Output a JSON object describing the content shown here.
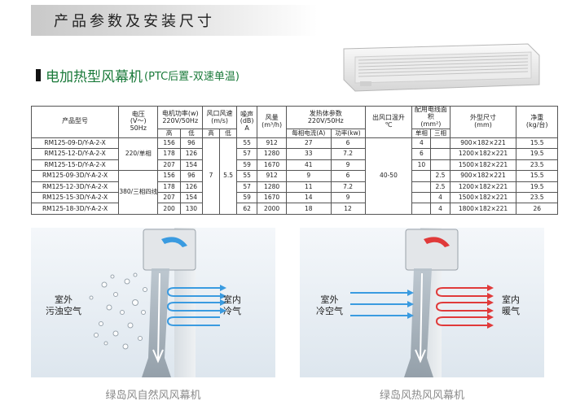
{
  "header": {
    "title": "产品参数及安装尺寸"
  },
  "subtitle": {
    "main": "电加热型风幕机",
    "extra": "(PTC后置-双速单温)"
  },
  "table": {
    "h": {
      "model": "产品型号",
      "voltage": "电压\n(V～)\n50Hz",
      "motor_power": "电机功率(w)\n220V/50Hz",
      "motor_hi": "高",
      "motor_lo": "低",
      "speed": "风口风速\n(m/s)",
      "speed_hi": "高",
      "speed_lo": "低",
      "noise": "噪声\n(dB)\nA",
      "airflow": "风量\n(m³/h)",
      "heating": "发热体参数\n220V/50Hz",
      "phase_current": "每相电流(A)",
      "power_kw": "功率(kw)",
      "outlet_temp": "出风口温升\n℃",
      "wire": "配用电线面积\n(mm²)",
      "single_phase": "单相",
      "three_phase": "三相",
      "dimensions": "外型尺寸\n(mm)",
      "weight": "净重\n(kg/台)"
    },
    "rows": [
      {
        "model": "RM125-09-D/Y-A-2-X",
        "motor_hi": "156",
        "motor_lo": "96",
        "noise": "55",
        "airflow": "912",
        "current": "27",
        "power": "6",
        "single": "4",
        "three": "",
        "dims": "900×182×221",
        "weight": "15.5"
      },
      {
        "model": "RM125-12-D/Y-A-2-X",
        "motor_hi": "178",
        "motor_lo": "126",
        "noise": "57",
        "airflow": "1280",
        "current": "33",
        "power": "7.2",
        "single": "6",
        "three": "",
        "dims": "1200×182×221",
        "weight": "19.5"
      },
      {
        "model": "RM125-15-D/Y-A-2-X",
        "motor_hi": "207",
        "motor_lo": "154",
        "noise": "59",
        "airflow": "1670",
        "current": "41",
        "power": "9",
        "single": "10",
        "three": "",
        "dims": "1500×182×221",
        "weight": "23.5"
      },
      {
        "model": "RM125-09-3D/Y-A-2-X",
        "motor_hi": "156",
        "motor_lo": "96",
        "noise": "55",
        "airflow": "912",
        "current": "9",
        "power": "6",
        "single": "",
        "three": "2.5",
        "dims": "900×182×221",
        "weight": "15.5"
      },
      {
        "model": "RM125-12-3D/Y-A-2-X",
        "motor_hi": "178",
        "motor_lo": "126",
        "noise": "57",
        "airflow": "1280",
        "current": "11",
        "power": "7.2",
        "single": "",
        "three": "2.5",
        "dims": "1200×182×221",
        "weight": "19.5"
      },
      {
        "model": "RM125-15-3D/Y-A-2-X",
        "motor_hi": "207",
        "motor_lo": "154",
        "noise": "59",
        "airflow": "1670",
        "current": "14",
        "power": "9",
        "single": "",
        "three": "4",
        "dims": "1500×182×221",
        "weight": "23.5"
      },
      {
        "model": "RM125-18-3D/Y-A-2-X",
        "motor_hi": "200",
        "motor_lo": "130",
        "noise": "62",
        "airflow": "2000",
        "current": "18",
        "power": "12",
        "single": "",
        "three": "4",
        "dims": "1800×182×221",
        "weight": "26"
      }
    ],
    "voltage_single": "220/单相",
    "voltage_three": "380/三相四线",
    "speed_hi_val": "7",
    "speed_lo_val": "5.5",
    "outlet_temp_val": "40-50"
  },
  "diagram_left": {
    "outdoor": "室外\n污浊空气",
    "indoor": "室内\n冷气",
    "caption": "绿岛风自然风风幕机",
    "colors": {
      "indoor_arrow": "#3a9be0"
    }
  },
  "diagram_right": {
    "outdoor": "室外\n冷空气",
    "indoor": "室内\n暖气",
    "caption": "绿岛风热风风幕机",
    "colors": {
      "outdoor_arrow": "#3a9be0",
      "indoor_arrow": "#e03a3a"
    }
  }
}
